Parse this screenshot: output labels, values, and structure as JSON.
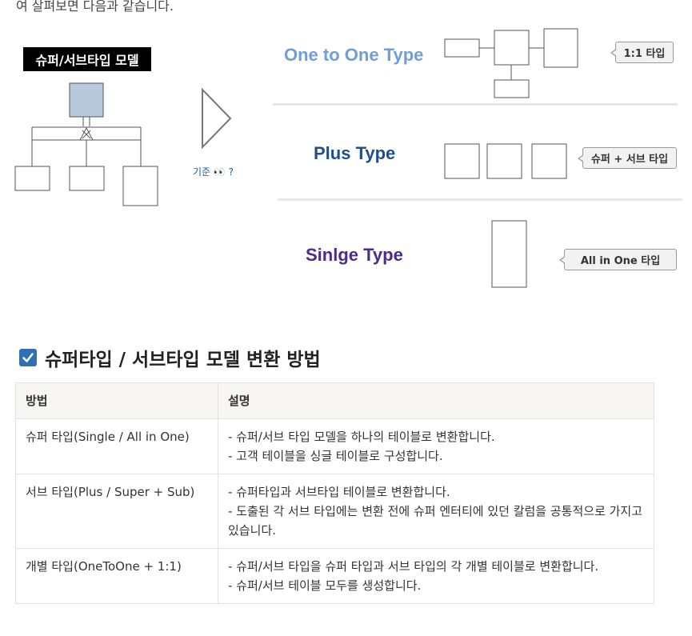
{
  "intro_text": "여 살펴보면 다음과 같습니다.",
  "diagram": {
    "model_label": "슈퍼/서브타입 모델",
    "criteria_label": "기준 👀 ?"
  },
  "types": [
    {
      "title": "One to One Type",
      "tag": "1:1 타입",
      "color": "#6f9fd4"
    },
    {
      "title": "Plus Type",
      "tag": "슈퍼 + 서브 타입",
      "color": "#1f4e8c"
    },
    {
      "title": "Sinlge Type",
      "tag": "All in One 타입",
      "color": "#4b2b8f"
    }
  ],
  "section": {
    "heading": "슈퍼타입 / 서브타입 모델 변환 방법"
  },
  "table": {
    "headers": [
      "방법",
      "설명"
    ],
    "rows": [
      {
        "method": "슈퍼 타입(Single / All in One)",
        "desc": [
          "- 슈퍼/서브 타입 모델을 하나의 테이블로 변환합니다.",
          "- 고객 테이블을 싱글 테이블로 구성합니다."
        ]
      },
      {
        "method": "서브 타입(Plus / Super + Sub)",
        "desc": [
          "- 슈퍼타입과 서브타입 테이블로 변환합니다.",
          "- 도출된 각 서브 타입에는 변환 전에 슈퍼 엔터티에 있던 칼럼을 공통적으로 가지고 있습니다."
        ]
      },
      {
        "method": "개별 타입(OneToOne + 1:1)",
        "desc": [
          "- 슈퍼/서브 타입을 슈퍼 타입과 서브 타입의 각 개별 테이블로 변환합니다.",
          "- 슈퍼/서브 테이블 모두를 생성합니다."
        ]
      }
    ]
  }
}
